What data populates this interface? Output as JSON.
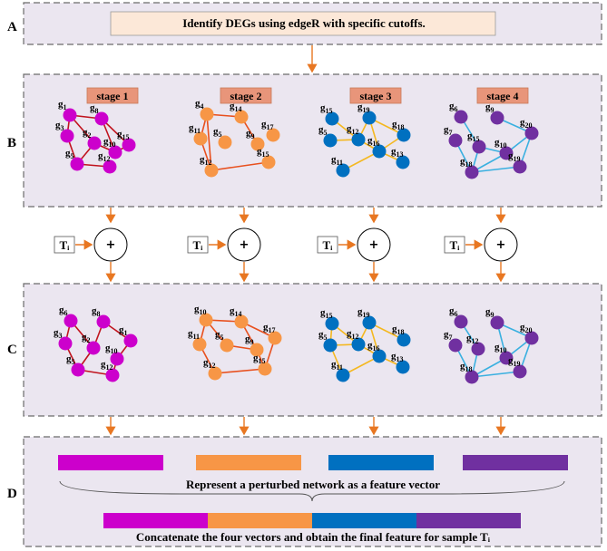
{
  "panels": {
    "A": {
      "label": "A",
      "text": "Identify DEGs using edgeR with specific cutoffs."
    },
    "B": {
      "label": "B"
    },
    "C": {
      "label": "C"
    },
    "D": {
      "label": "D",
      "caption1": "Represent a perturbed network as a feature vector",
      "caption2": "Concatenate the four vectors and obtain the final feature for sample Tᵢ"
    }
  },
  "stages": [
    {
      "label": "stage 1",
      "color": "#cc00cc",
      "edge_color": "#c0141e"
    },
    {
      "label": "stage 2",
      "color": "#f79646",
      "edge_color": "#e8501e"
    },
    {
      "label": "stage 3",
      "color": "#0070c0",
      "edge_color": "#f4b820"
    },
    {
      "label": "stage 4",
      "color": "#7030a0",
      "edge_color": "#3ab0e0"
    }
  ],
  "sample_label": "Tᵢ",
  "plus_symbol": "+",
  "colors": {
    "panel_bg": "#ebe6f0",
    "header_bg": "#fce8d8",
    "stage_label_bg": "#e8957a",
    "arrow": "#e87722"
  }
}
